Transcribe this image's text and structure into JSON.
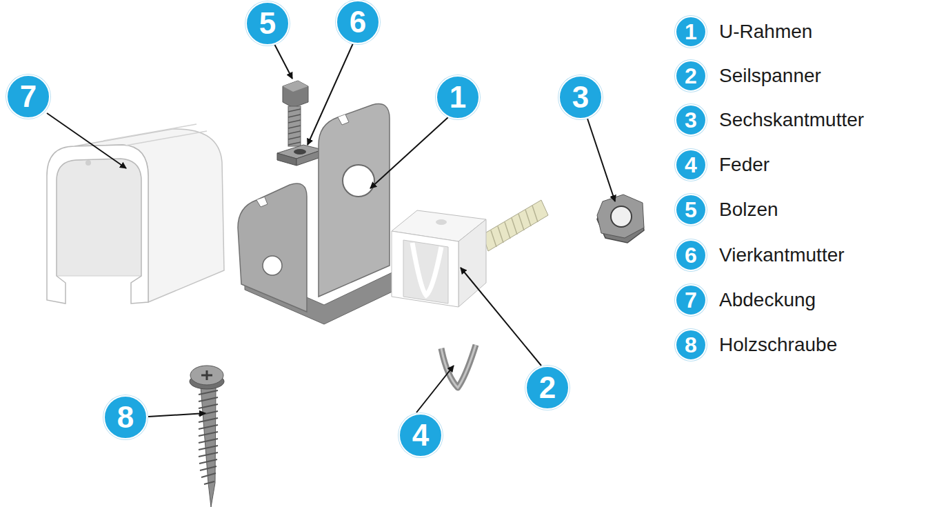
{
  "diagram": {
    "nodes": [
      {
        "text": [
          "5"
        ]
      },
      {
        "text": [
          "6"
        ]
      },
      {
        "text": [
          "7"
        ]
      },
      {
        "text": [
          "1"
        ]
      },
      {
        "text": [
          "3"
        ]
      },
      {
        "text": [
          "8"
        ]
      },
      {
        "text": [
          "4"
        ]
      },
      {
        "text": [
          "2"
        ]
      },
      {
        "text": [
          "1",
          "U-Rahmen"
        ]
      },
      {
        "text": [
          "2",
          "Seilspanner"
        ]
      },
      {
        "text": [
          "3",
          "Sechskantmutter"
        ]
      },
      {
        "text": [
          "4",
          "Feder"
        ]
      },
      {
        "text": [
          "5",
          "Bolzen"
        ]
      },
      {
        "text": [
          "6",
          "Vierkantmutter"
        ]
      },
      {
        "text": [
          "7",
          "Abdeckung"
        ]
      },
      {
        "text": [
          "8",
          "Holzschraube"
        ]
      }
    ]
  }
}
